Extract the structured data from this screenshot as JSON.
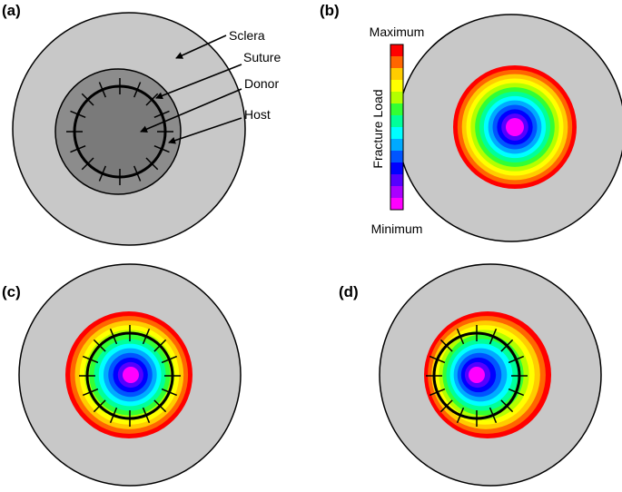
{
  "panels": [
    {
      "label": "(a)"
    },
    {
      "label": "(b)"
    },
    {
      "label": "(c)"
    },
    {
      "label": "(d)"
    }
  ],
  "annotations": {
    "sclera": "Sclera",
    "suture": "Suture",
    "donor": "Donor",
    "host": "Host"
  },
  "colorbar": {
    "title": "Fracture Load",
    "max_label": "Maximum",
    "min_label": "Minimum",
    "colors_top_to_bottom": [
      "#ff0000",
      "#ff6600",
      "#ffcc00",
      "#ffff00",
      "#b3ff00",
      "#33ff33",
      "#00ff99",
      "#00ffff",
      "#00aaff",
      "#0055ff",
      "#0000ff",
      "#5500ff",
      "#aa00ff",
      "#ff00ff"
    ]
  },
  "colors": {
    "sclera": "#c8c8c8",
    "donor_fill": "#808080",
    "host_ring": "#8c8c8c",
    "suture": "#000000"
  },
  "contour_colors_outer_to_inner": [
    "#ff0000",
    "#ff6600",
    "#ffcc00",
    "#ffff00",
    "#b3ff00",
    "#33ff33",
    "#00ff99",
    "#00ffff",
    "#00aaff",
    "#0055ff",
    "#0000ff",
    "#5500ff",
    "#ff00ff"
  ],
  "suture_count": 16
}
